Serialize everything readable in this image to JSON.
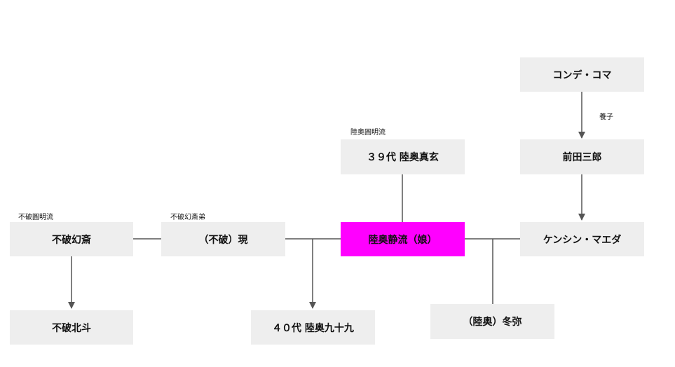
{
  "nodes": {
    "conde_koma": "コンデ・コマ",
    "maeda_saburo": "前田三郎",
    "kenshin_maeda": "ケンシン・マエダ",
    "mutsu_shingen": "３９代 陸奥真玄",
    "mutsu_shizuru": "陸奥静流（娘）",
    "fuwa_gen": "（不破）現",
    "fuwa_gensai": "不破幻斎",
    "fuwa_hokuto": "不破北斗",
    "mutsu_kukuru": "４０代 陸奥九十九",
    "mutsu_toya": "（陸奥）冬弥"
  },
  "labels": {
    "adopted_son": "養子",
    "mutsu_style": "陸奥圓明流",
    "fuwa_style": "不破圓明流",
    "fuwa_disciple": "不破幻斎弟"
  },
  "colors": {
    "node_fill": "#eeeeee",
    "highlight_fill": "#ff00ff",
    "edge": "#555555"
  }
}
